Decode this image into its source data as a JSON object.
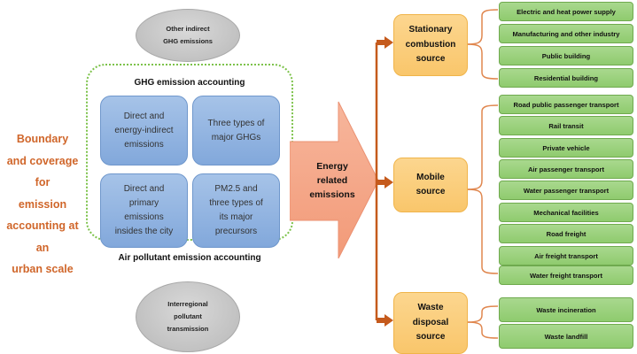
{
  "diagram": {
    "title": [
      "Boundary",
      "and coverage for",
      "emission",
      "accounting at an",
      "urban scale"
    ],
    "top_ellipse": [
      "Other indirect",
      "GHG emissions"
    ],
    "bottom_ellipse": [
      "Interregional",
      "pollutant",
      "transmission"
    ],
    "ghg_group_title": "GHG emission accounting",
    "air_group_title": "Air pollutant emission accounting",
    "boxes": [
      {
        "lines": [
          "Direct and",
          "energy-indirect",
          "emissions"
        ]
      },
      {
        "lines": [
          "Three types of",
          "major GHGs"
        ]
      },
      {
        "lines": [
          "Direct and",
          "primary",
          "emissions",
          "insides the city"
        ]
      },
      {
        "lines": [
          "PM2.5 and",
          "three types of",
          "its major",
          "precursors"
        ]
      }
    ],
    "central_arrow": [
      "Energy",
      "related",
      "emissions"
    ],
    "sources": [
      {
        "name": [
          "Stationary",
          "combustion",
          "source"
        ],
        "items": [
          "Electric and heat power supply",
          "Manufacturing and other industry",
          "Public building",
          "Residential building"
        ]
      },
      {
        "name": [
          "Mobile",
          "source"
        ],
        "items": [
          "Road public passenger transport",
          "Rail transit",
          "Private vehicle",
          "Air passenger transport",
          "Water passenger transport",
          "Mechanical facilities",
          "Road freight",
          "Air freight transport",
          "Water freight transport"
        ]
      },
      {
        "name": [
          "Waste",
          "disposal",
          "source"
        ],
        "items": [
          "Waste incineration",
          "Waste landfill"
        ]
      }
    ],
    "colors": {
      "title": "#d0662a",
      "connector": "#c55a1c",
      "arrow_fill": "#f5a889",
      "blue_box": "#8fb1de",
      "source_box": "#fbcf7e",
      "leaf_box": "#9ad17c",
      "dotted_border": "#7dc24b"
    }
  }
}
